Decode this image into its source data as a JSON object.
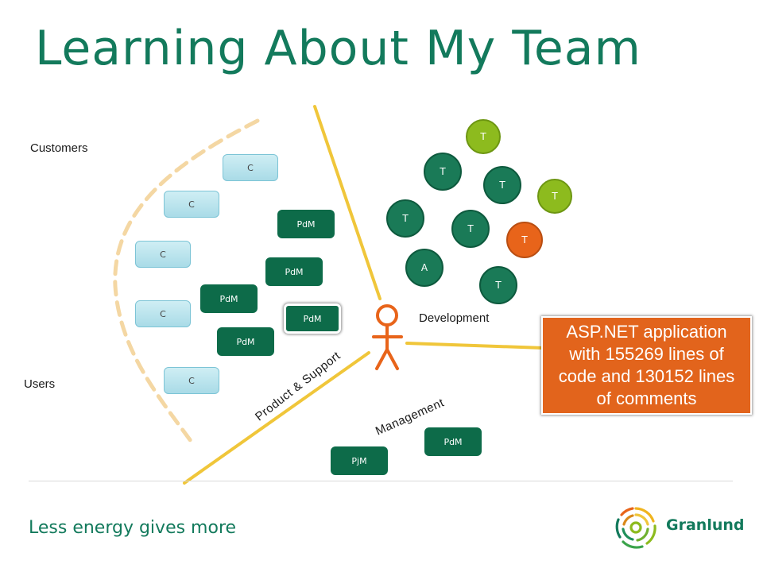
{
  "title": "Learning About My Team",
  "labels": {
    "customers": "Customers",
    "users": "Users",
    "development": "Development",
    "product_support": "Product & Support",
    "management": "Management"
  },
  "customer_boxes": [
    "C",
    "C",
    "C",
    "C",
    "C"
  ],
  "pdm_boxes": [
    "PdM",
    "PdM",
    "PdM",
    "PdM",
    "PdM"
  ],
  "management_boxes": [
    "PdM",
    "PjM"
  ],
  "development_nodes": [
    {
      "label": "T",
      "role": "tester",
      "color": "#8dbb1e"
    },
    {
      "label": "T",
      "role": "tester",
      "color": "#1a7a57"
    },
    {
      "label": "T",
      "role": "tester",
      "color": "#1a7a57"
    },
    {
      "label": "T",
      "role": "tester",
      "color": "#8dbb1e"
    },
    {
      "label": "T",
      "role": "tester",
      "color": "#1a7a57"
    },
    {
      "label": "T",
      "role": "tester",
      "color": "#1a7a57"
    },
    {
      "label": "T",
      "role": "tester",
      "color": "#e8641a"
    },
    {
      "label": "A",
      "role": "architect",
      "color": "#1a7a57"
    },
    {
      "label": "T",
      "role": "tester",
      "color": "#1a7a57"
    }
  ],
  "callout": "ASP.NET application with 155269 lines of code and 130152 lines of comments",
  "footer": {
    "tagline": "Less energy gives more",
    "brand": "Granlund",
    "logo_icon": "granlund-logo-icon"
  },
  "colors": {
    "brand_green": "#137a5c",
    "dark_green": "#0d6b49",
    "light_green": "#8dbb1e",
    "orange": "#e8641a",
    "line_yellow": "#f0c63a",
    "dash_tan": "#f4d7a3"
  }
}
